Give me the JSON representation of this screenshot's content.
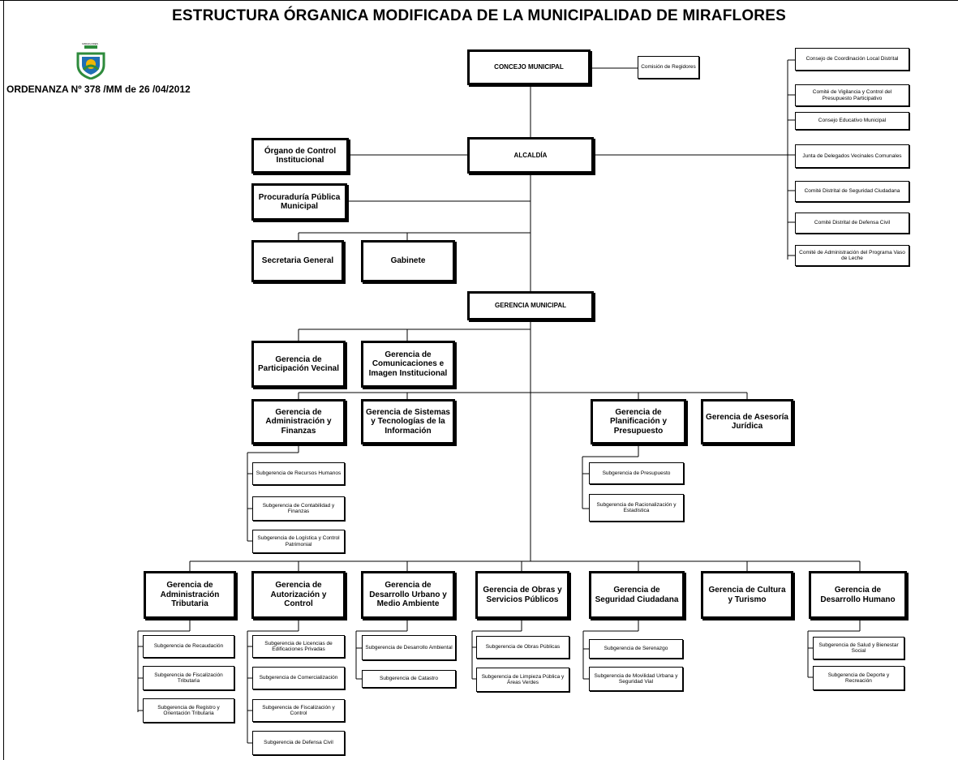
{
  "title": "ESTRUCTURA ÓRGANICA MODIFICADA DE LA MUNICIPALIDAD DE MIRAFLORES",
  "ordinance": "ORDENANZA Nº 378 /MM de 26 /04/2012",
  "logo": {
    "caption": "MIRAFLORES",
    "colors": [
      "#2e8b3c",
      "#f2b705",
      "#1f6fb5"
    ]
  },
  "nodes": {
    "concejo": "CONCEJO MUNICIPAL",
    "comision_regidores": "Comisión de Regidores",
    "alcaldia": "ALCALDÍA",
    "control_institucional": "Órgano de Control Institucional",
    "procuraduria": "Procuraduría Pública Municipal",
    "secretaria": "Secretaria General",
    "gabinete": "Gabinete",
    "gerencia_municipal": "GERENCIA MUNICIPAL",
    "participacion": "Gerencia de Participación Vecinal",
    "comunicaciones": "Gerencia de Comunicaciones e Imagen Institucional",
    "administracion": "Gerencia de Administración y Finanzas",
    "sistemas": "Gerencia de Sistemas y Tecnologías de la Información",
    "planificacion": "Gerencia de Planificación y Presupuesto",
    "asesoria": "Gerencia de Asesoría Jurídica",
    "sub_rrhh": "Subgerencia de Recursos Humanos",
    "sub_contabilidad": "Subgerencia de Contabilidad y Finanzas",
    "sub_logistica": "Subgerencia de Logística y Control Patrimonial",
    "sub_presupuesto": "Subgerencia de Presupuesto",
    "sub_racionalizacion": "Subgerencia de Racionalización y Estadística",
    "tributaria": "Gerencia de Administración Tributaria",
    "autorizacion": "Gerencia de Autorización y Control",
    "desarrollo_urbano": "Gerencia de Desarrollo Urbano y Medio Ambiente",
    "obras": "Gerencia de Obras y Servicios Públicos",
    "seguridad": "Gerencia de Seguridad Ciudadana",
    "cultura": "Gerencia de Cultura y Turismo",
    "desarrollo_humano": "Gerencia de Desarrollo Humano",
    "sub_recaudacion": "Subgerencia de Recaudación",
    "sub_fiscalizacion_trib": "Subgerencia de Fiscalización Tributaria",
    "sub_registro": "Subgerencia de Registro y Orientación Tributaria",
    "sub_licencias": "Subgerencia de Licencias de Edificaciones Privadas",
    "sub_comercializacion": "Subgerencia de Comercialización",
    "sub_fiscalizacion_control": "Subgerencia de Fiscalización y Control",
    "sub_defensa_civil": "Subgerencia de Defensa Civil",
    "sub_desarrollo_ambiental": "Subgerencia de Desarrollo Ambiental",
    "sub_catastro": "Subgerencia de Catastro",
    "sub_obras_publicas": "Subgerencia de Obras Públicas",
    "sub_limpieza": "Subgerencia de Limpieza Pública y Áreas Verdes",
    "sub_serenazgo": "Subgerencia de Serenazgo",
    "sub_movilidad": "Subgerencia de Movilidad Urbana y Seguridad Vial",
    "sub_salud": "Subgerencia de Salud y Bienestar Social",
    "sub_deporte": "Subgerencia de Deporte y Recreación",
    "consejo_coordinacion": "Consejo de Coordinación Local Distrital",
    "comite_vigilancia": "Comité de Vigilancia y Control del Presupuesto Participativo",
    "consejo_educativo": "Consejo Educativo Municipal",
    "junta_delegados": "Junta de Delegados Vecinales Comunales",
    "comite_seguridad": "Comité Distrital de Seguridad Ciudadana",
    "comite_defensa": "Comité Distrital de Defensa Civil",
    "comite_vaso_leche": "Comité de Administración del Programa Vaso de Leche"
  }
}
